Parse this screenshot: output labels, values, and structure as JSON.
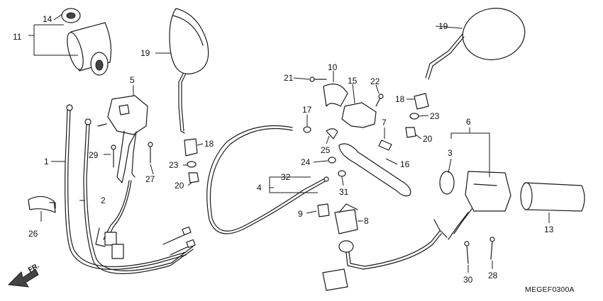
{
  "diagram": {
    "code": "MEGEF0300A",
    "direction_label": "FR.",
    "callouts": [
      {
        "id": "c1",
        "text": "1"
      },
      {
        "id": "c2",
        "text": "2"
      },
      {
        "id": "c3",
        "text": "3"
      },
      {
        "id": "c4",
        "text": "4"
      },
      {
        "id": "c5",
        "text": "5"
      },
      {
        "id": "c6",
        "text": "6"
      },
      {
        "id": "c7",
        "text": "7"
      },
      {
        "id": "c8",
        "text": "8"
      },
      {
        "id": "c9",
        "text": "9"
      },
      {
        "id": "c10",
        "text": "10"
      },
      {
        "id": "c11",
        "text": "11"
      },
      {
        "id": "c13",
        "text": "13"
      },
      {
        "id": "c14",
        "text": "14"
      },
      {
        "id": "c15",
        "text": "15"
      },
      {
        "id": "c16",
        "text": "16"
      },
      {
        "id": "c17",
        "text": "17"
      },
      {
        "id": "c18a",
        "text": "18"
      },
      {
        "id": "c18b",
        "text": "18"
      },
      {
        "id": "c19a",
        "text": "19"
      },
      {
        "id": "c19b",
        "text": "19"
      },
      {
        "id": "c20a",
        "text": "20"
      },
      {
        "id": "c20b",
        "text": "20"
      },
      {
        "id": "c21",
        "text": "21"
      },
      {
        "id": "c22",
        "text": "22"
      },
      {
        "id": "c23a",
        "text": "23"
      },
      {
        "id": "c23b",
        "text": "23"
      },
      {
        "id": "c24",
        "text": "24"
      },
      {
        "id": "c25",
        "text": "25"
      },
      {
        "id": "c26",
        "text": "26"
      },
      {
        "id": "c27",
        "text": "27"
      },
      {
        "id": "c28",
        "text": "28"
      },
      {
        "id": "c29",
        "text": "29"
      },
      {
        "id": "c30",
        "text": "30"
      },
      {
        "id": "c31",
        "text": "31"
      },
      {
        "id": "c32",
        "text": "32"
      }
    ]
  }
}
